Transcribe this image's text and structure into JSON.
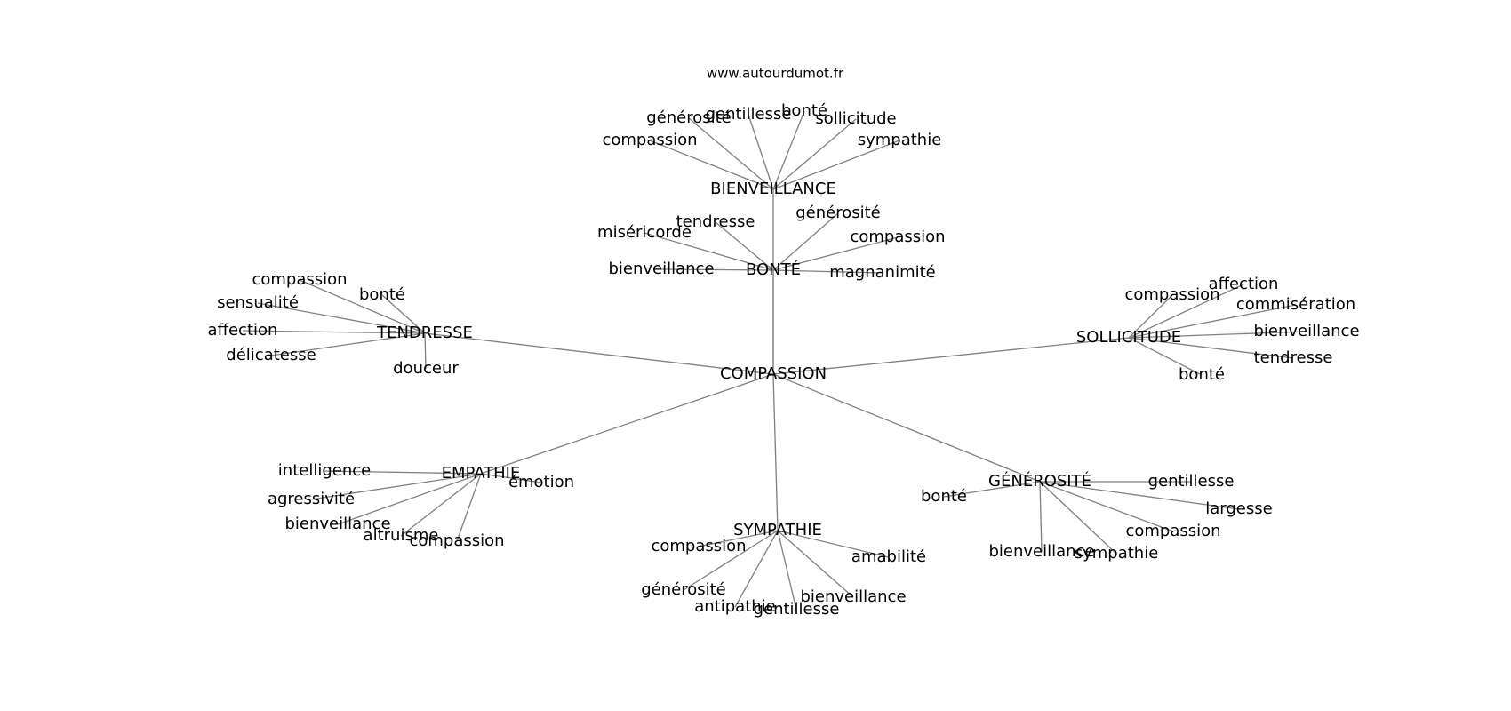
{
  "source": "www.autourdumot.fr",
  "colors": {
    "edge": "#808080",
    "text": "#000000",
    "background": "#ffffff"
  },
  "graph": {
    "center": "COMPASSION",
    "clusters": [
      {
        "id": "bienveillance",
        "label": "BIENVEILLANCE",
        "leaves": [
          "compassion",
          "générosité",
          "gentillesse",
          "bonté",
          "sollicitude",
          "sympathie"
        ]
      },
      {
        "id": "bonte",
        "label": "BONTÉ",
        "leaves": [
          "miséricorde",
          "tendresse",
          "générosité",
          "compassion",
          "bienveillance",
          "magnanimité"
        ]
      },
      {
        "id": "tendresse",
        "label": "TENDRESSE",
        "leaves": [
          "compassion",
          "bonté",
          "sensualité",
          "affection",
          "délicatesse",
          "douceur"
        ]
      },
      {
        "id": "sollicitude",
        "label": "SOLLICITUDE",
        "leaves": [
          "compassion",
          "affection",
          "commisération",
          "bienveillance",
          "tendresse",
          "bonté"
        ]
      },
      {
        "id": "empathie",
        "label": "EMPATHIE",
        "leaves": [
          "intelligence",
          "émotion",
          "agressivité",
          "bienveillance",
          "altruisme",
          "compassion"
        ]
      },
      {
        "id": "sympathie",
        "label": "SYMPATHIE",
        "leaves": [
          "compassion",
          "amabilité",
          "générosité",
          "antipathie",
          "gentillesse",
          "bienveillance"
        ]
      },
      {
        "id": "generosite",
        "label": "GÉNÉROSITÉ",
        "leaves": [
          "bonté",
          "gentillesse",
          "largesse",
          "compassion",
          "bienveillance",
          "sympathie"
        ]
      }
    ]
  }
}
